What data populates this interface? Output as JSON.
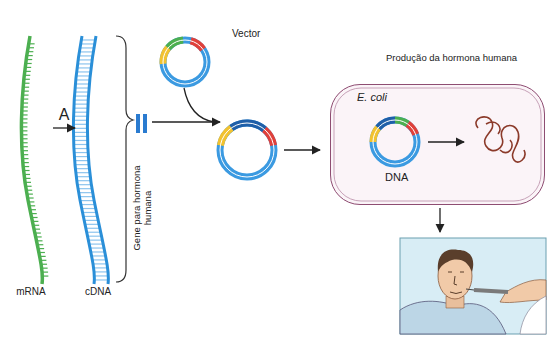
{
  "diagram": {
    "title": "Produção da hormona humana",
    "nodes": [
      {
        "text": [
          "mRNA"
        ]
      },
      {
        "text": [
          "cDNA"
        ]
      },
      {
        "text": [
          "Gene para hormona humana"
        ]
      },
      {
        "text": [
          "Vector"
        ]
      },
      {
        "text": [
          "E. coli",
          "DNA"
        ]
      }
    ],
    "edges": [
      {
        "from": 0,
        "to": 1,
        "arrow": "to",
        "label": "A"
      }
    ]
  }
}
